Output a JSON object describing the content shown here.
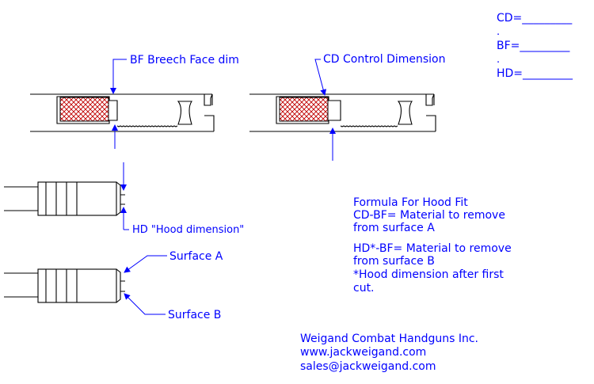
{
  "labels": {
    "bf_breech_face": "BF Breech Face dim",
    "cd_control": "CD Control Dimension",
    "hd_hood": "HD \"Hood dimension\"",
    "surface_a": "Surface A",
    "surface_b": "Surface B"
  },
  "fields": {
    "cd": "CD=_________",
    "cd_dot": ".",
    "bf": "BF=_________",
    "bf_dot": ".",
    "hd": "HD=_________"
  },
  "formula": {
    "title": "Formula For Hood Fit",
    "line1": "CD-BF= Material to remove",
    "line2": "from surface A",
    "line3": "HD*-BF= Material to remove",
    "line4": "from surface B",
    "line5": "*Hood dimension after first",
    "line6": "cut."
  },
  "company": {
    "name": "Weigand Combat Handguns Inc.",
    "website": "www.jackweigand.com",
    "email": "sales@jackweigand.com"
  },
  "colors": {
    "text": "#0000ff",
    "lines": "#000000",
    "leaders": "#0000ff",
    "hatch": "#c00000",
    "background": "#ffffff"
  }
}
